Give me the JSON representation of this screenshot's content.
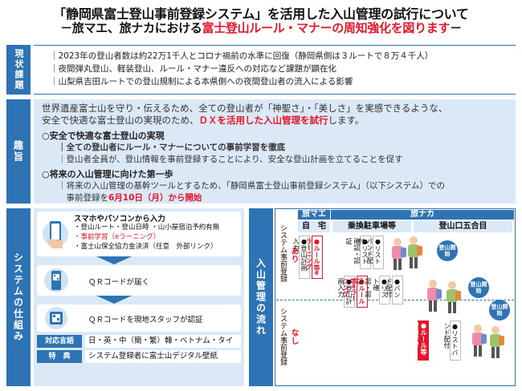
{
  "title": {
    "line1": "「静岡県富士登山事前登録システム」を活用した入山管理の試行について",
    "line2_prefix": "－旅マエ、旅ナカにおける",
    "line2_highlight": "富士登山ルール・マナーの周知強化を図ります",
    "line2_suffix": "－"
  },
  "current_issues": {
    "label": "現状課題",
    "items": [
      "｜2023年の登山者数は約22万1千人とコロナ禍前の水準に回復（静岡県側は３ルートで８万４千人）",
      "｜夜間弾丸登山、軽装登山、ルール・マナー違反への対応など課題が顕在化",
      "｜山梨県吉田ルートでの登山規制による本県側への夜間登山者の流入による影響"
    ]
  },
  "purpose": {
    "label": "趣旨",
    "intro_line1": "世界遺産富士山を守り・伝えるため、全ての登山者が「神聖さ」・「美しさ」を実感できるような、",
    "intro_line2_prefix": "安全で快適な富士登山の実現のため、",
    "intro_line2_highlight": "ＤＸを活用した入山管理を試行",
    "intro_line2_suffix": "します。",
    "section1_title": "○安全で快適な富士登山の実現",
    "section1_line1": "｜全ての登山者にルール・マナーについての事前学習を徹底",
    "section1_line2": "｜登山者全員が、登山情報を事前登録することにより、安全な登山計画を立てることを促す",
    "section2_title": "○将来の入山管理に向けた第一歩",
    "section2_line1": "｜将来の入山管理の基幹ツールとするため、「静岡県富士登山事前登録システム」（以下システム）での",
    "section2_line2_prefix": "　事前登録を",
    "section2_line2_highlight": "6月10日（月）から開始"
  },
  "system": {
    "label": "システムの仕組み",
    "step1_title": "スマホやパソコンから入力",
    "step1_items": [
      "・登山ルート・登山日時 ・山小屋宿泊予約有無",
      "・事前学習（eラーニング）",
      "・富士山保全協力金決済（任意　外部リンク）"
    ],
    "step2": "ＱＲコードが届く",
    "step3": "ＱＲコードを現地スタッフが認証",
    "lang_label": "対応言語",
    "lang_value": "日・英・中（簡・繁）韓・ベトナム・タイ",
    "feature_label": "特　典",
    "feature_value": "システム登録者に富士山デジタル壁紙"
  },
  "flow": {
    "label": "入山管理の流れ",
    "phase_before": "旅マエ",
    "phase_during": "旅ナカ",
    "col_home": "自　宅",
    "col_parking": "乗換駐車場等",
    "col_trailhead": "登山口五合目",
    "row1_label": "システム事前登録",
    "row1_status": "あり",
    "row2_label": "システム事前登録",
    "row2_status": "なし",
    "card_home_1": "●登山計画入力",
    "card_home_2": "●ルール等eラーニング",
    "card_park_1": "●リスト確認・認証",
    "card_park_2": "●リストバンド配付",
    "card_park_3": "●登山計画入力",
    "card_park_4": "●ルール等eラーニング",
    "card_park_5": "●リスト確認・認証",
    "card_park_6": "●バンド配付",
    "card_trail_1": "●ルール等現地学習",
    "card_trail_2": "●リストバンド配付",
    "badge": "登山開始"
  }
}
